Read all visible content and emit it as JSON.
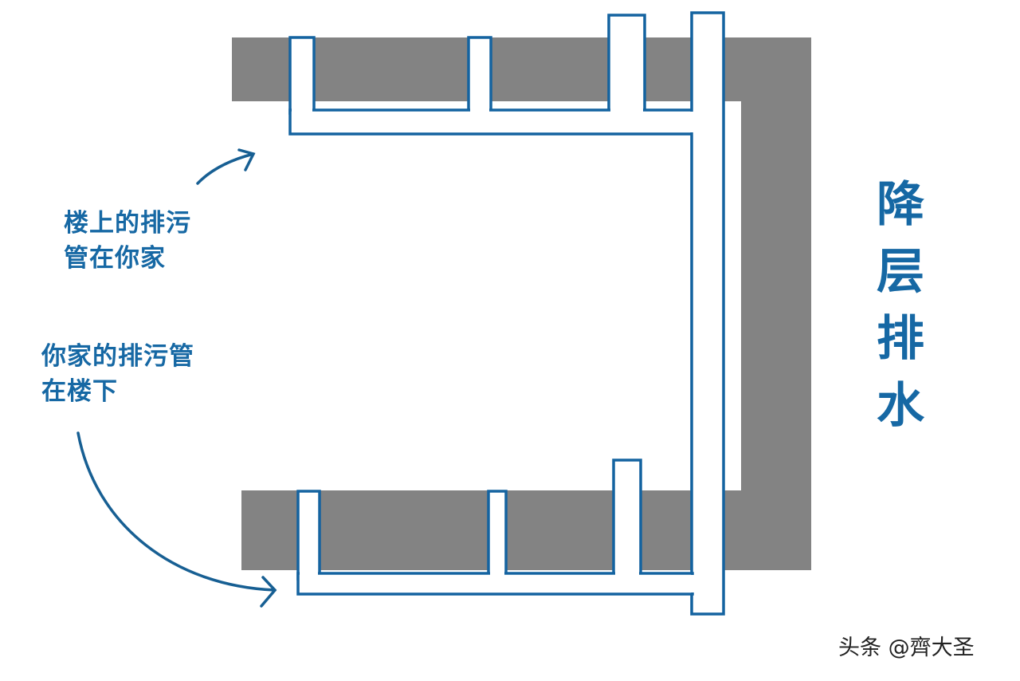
{
  "labels": {
    "upper_lines": [
      "楼上的排污",
      "管在你家"
    ],
    "lower_lines": [
      "你家的排污管",
      "在楼下"
    ],
    "title_vertical": "降层排水"
  },
  "watermark": "头条 @齊大圣",
  "colors": {
    "slab": "#838383",
    "pipe_stroke": "#1463a0",
    "pipe_fill": "#ffffff",
    "text_blue": "#1668a4",
    "arrow": "#175f93",
    "background": "#ffffff"
  }
}
